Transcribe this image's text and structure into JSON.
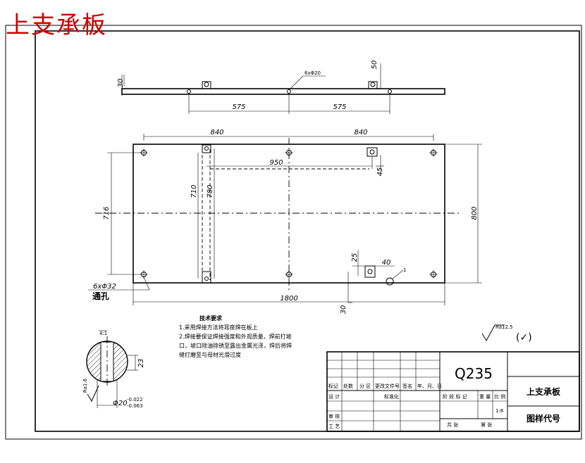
{
  "title": "上支承板",
  "top_view": {
    "thickness": "30",
    "hole_note": "6xΦ20",
    "lug_height": "50",
    "spacing_left": "575",
    "spacing_right": "575"
  },
  "plan_view": {
    "half_left": "840",
    "half_right": "840",
    "inner_span": "950",
    "offset_45": "45",
    "height_716": "716",
    "height_710": "710",
    "height_780": "780",
    "height_800": "800",
    "offset_25": "25",
    "lug_40": "40",
    "leader_1": "1",
    "hole_callout": "6xΦ32",
    "through": "通孔",
    "length": "1800",
    "bottom_30": "30"
  },
  "tech_req": {
    "heading": "技术要求",
    "item1": "1.采用焊接方法将耳座焊在板上",
    "item2a": "2.焊接要保证焊接强度和外观质量，焊前打坡",
    "item2b": "口，坡口除油除锈至露出金属光泽，焊后将焊",
    "item2c": "缝打磨至与母材光滑过度"
  },
  "detail": {
    "scale": "4:1",
    "width": "23",
    "roughness": "Ra1.6",
    "diameter": "Φ20",
    "tol_upper": "-0.022",
    "tol_lower": "-0.063"
  },
  "surface": {
    "symbol_text": "Ra12.5",
    "check": "(✓)"
  },
  "title_block": {
    "material": "Q235",
    "name": "上支承板",
    "drawing_no": "图样代号",
    "h_mark": "标记",
    "h_count": "处数",
    "h_zone": "分 区",
    "h_doc": "更改文件号",
    "h_sign": "签名",
    "h_date": "年、月、日",
    "design": "设 计",
    "std": "标准化",
    "review": "审 核",
    "process": "工 艺",
    "stage_mark": "阶 段 标 记",
    "weight": "重 量",
    "ratio": "比 例",
    "ratio_val": "1:8",
    "sheets_total": "共     张",
    "sheet_no": "第     张"
  }
}
